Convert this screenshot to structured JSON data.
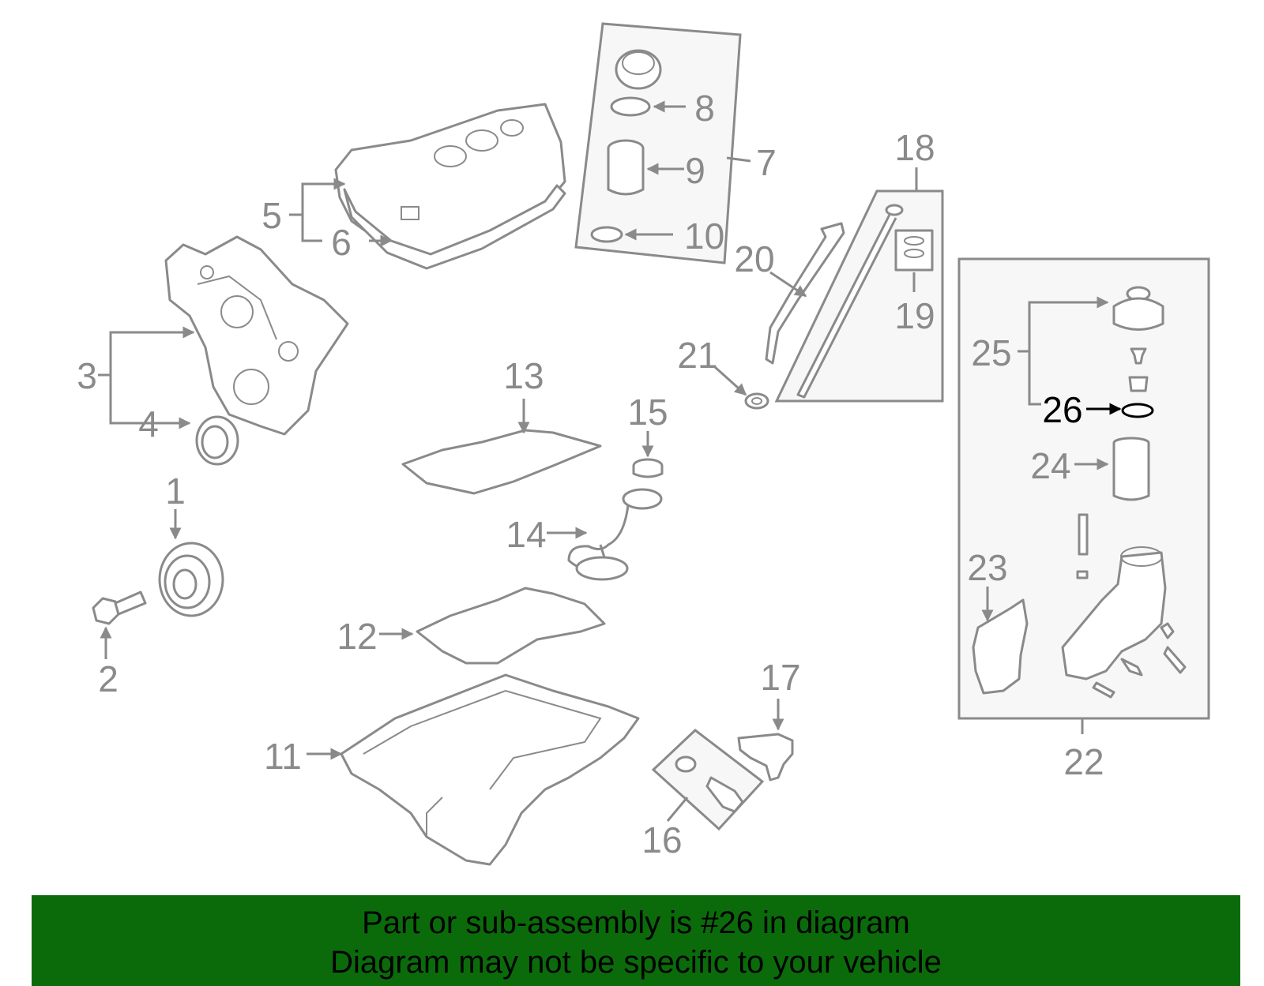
{
  "diagram": {
    "highlight_color": "#000000",
    "part_color": "#8a8a8a",
    "labels": {
      "n1": "1",
      "n2": "2",
      "n3": "3",
      "n4": "4",
      "n5": "5",
      "n6": "6",
      "n7": "7",
      "n8": "8",
      "n9": "9",
      "n10": "10",
      "n11": "11",
      "n12": "12",
      "n13": "13",
      "n14": "14",
      "n15": "15",
      "n16": "16",
      "n17": "17",
      "n18": "18",
      "n19": "19",
      "n20": "20",
      "n21": "21",
      "n22": "22",
      "n23": "23",
      "n24": "24",
      "n25": "25",
      "n26": "26"
    },
    "highlighted_part": "26"
  },
  "banner": {
    "color": "#0b6b0b",
    "line1": "Part or sub-assembly is #26 in diagram",
    "line2": "Diagram may not be specific to your vehicle"
  }
}
